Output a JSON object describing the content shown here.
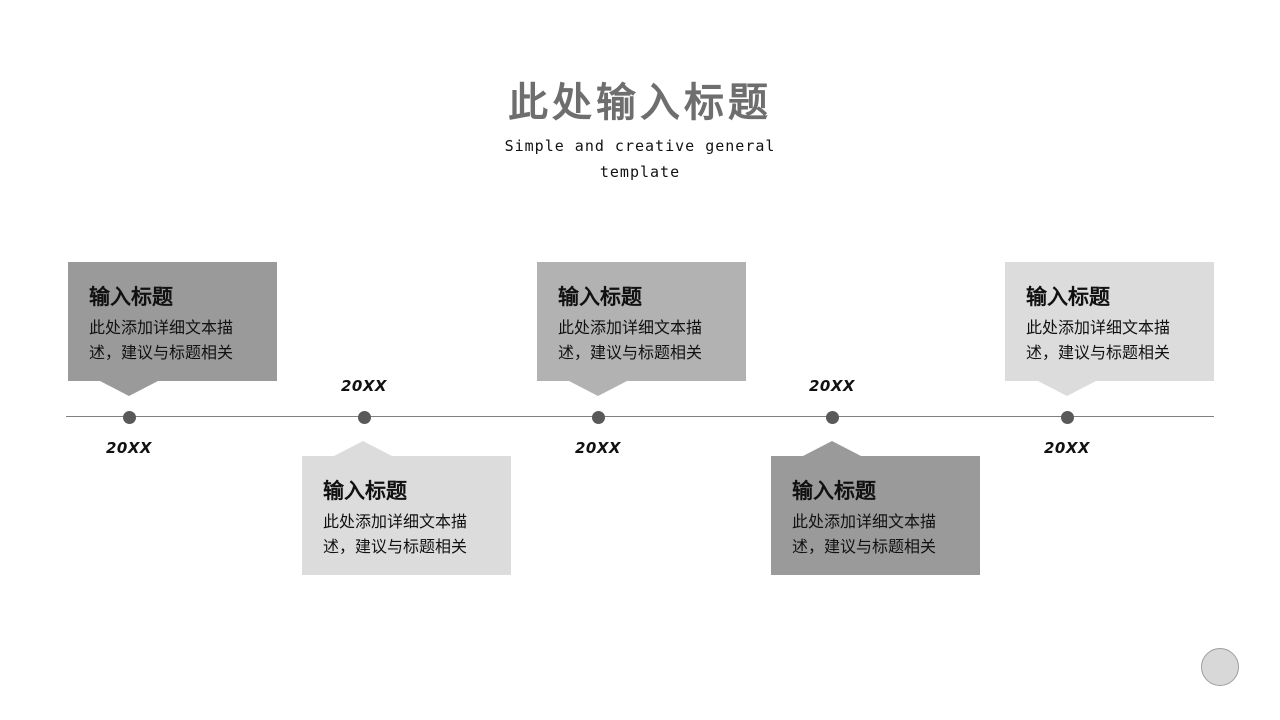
{
  "title": "此处输入标题",
  "subtitle": "Simple and creative general template",
  "timeline": [
    {
      "year": "20XX",
      "heading": "输入标题",
      "desc": "此处添加详细文本描述，建议与标题相关",
      "shade": "#9a9a9a"
    },
    {
      "year": "20XX",
      "heading": "输入标题",
      "desc": "此处添加详细文本描述，建议与标题相关",
      "shade": "#dcdcdc"
    },
    {
      "year": "20XX",
      "heading": "输入标题",
      "desc": "此处添加详细文本描述，建议与标题相关",
      "shade": "#b2b2b2"
    },
    {
      "year": "20XX",
      "heading": "输入标题",
      "desc": "此处添加详细文本描述，建议与标题相关",
      "shade": "#9a9a9a"
    },
    {
      "year": "20XX",
      "heading": "输入标题",
      "desc": "此处添加详细文本描述，建议与标题相关",
      "shade": "#dcdcdc"
    }
  ],
  "colors": {
    "title": "#6e6e6e",
    "axis": "#808080",
    "dot": "#595959"
  }
}
